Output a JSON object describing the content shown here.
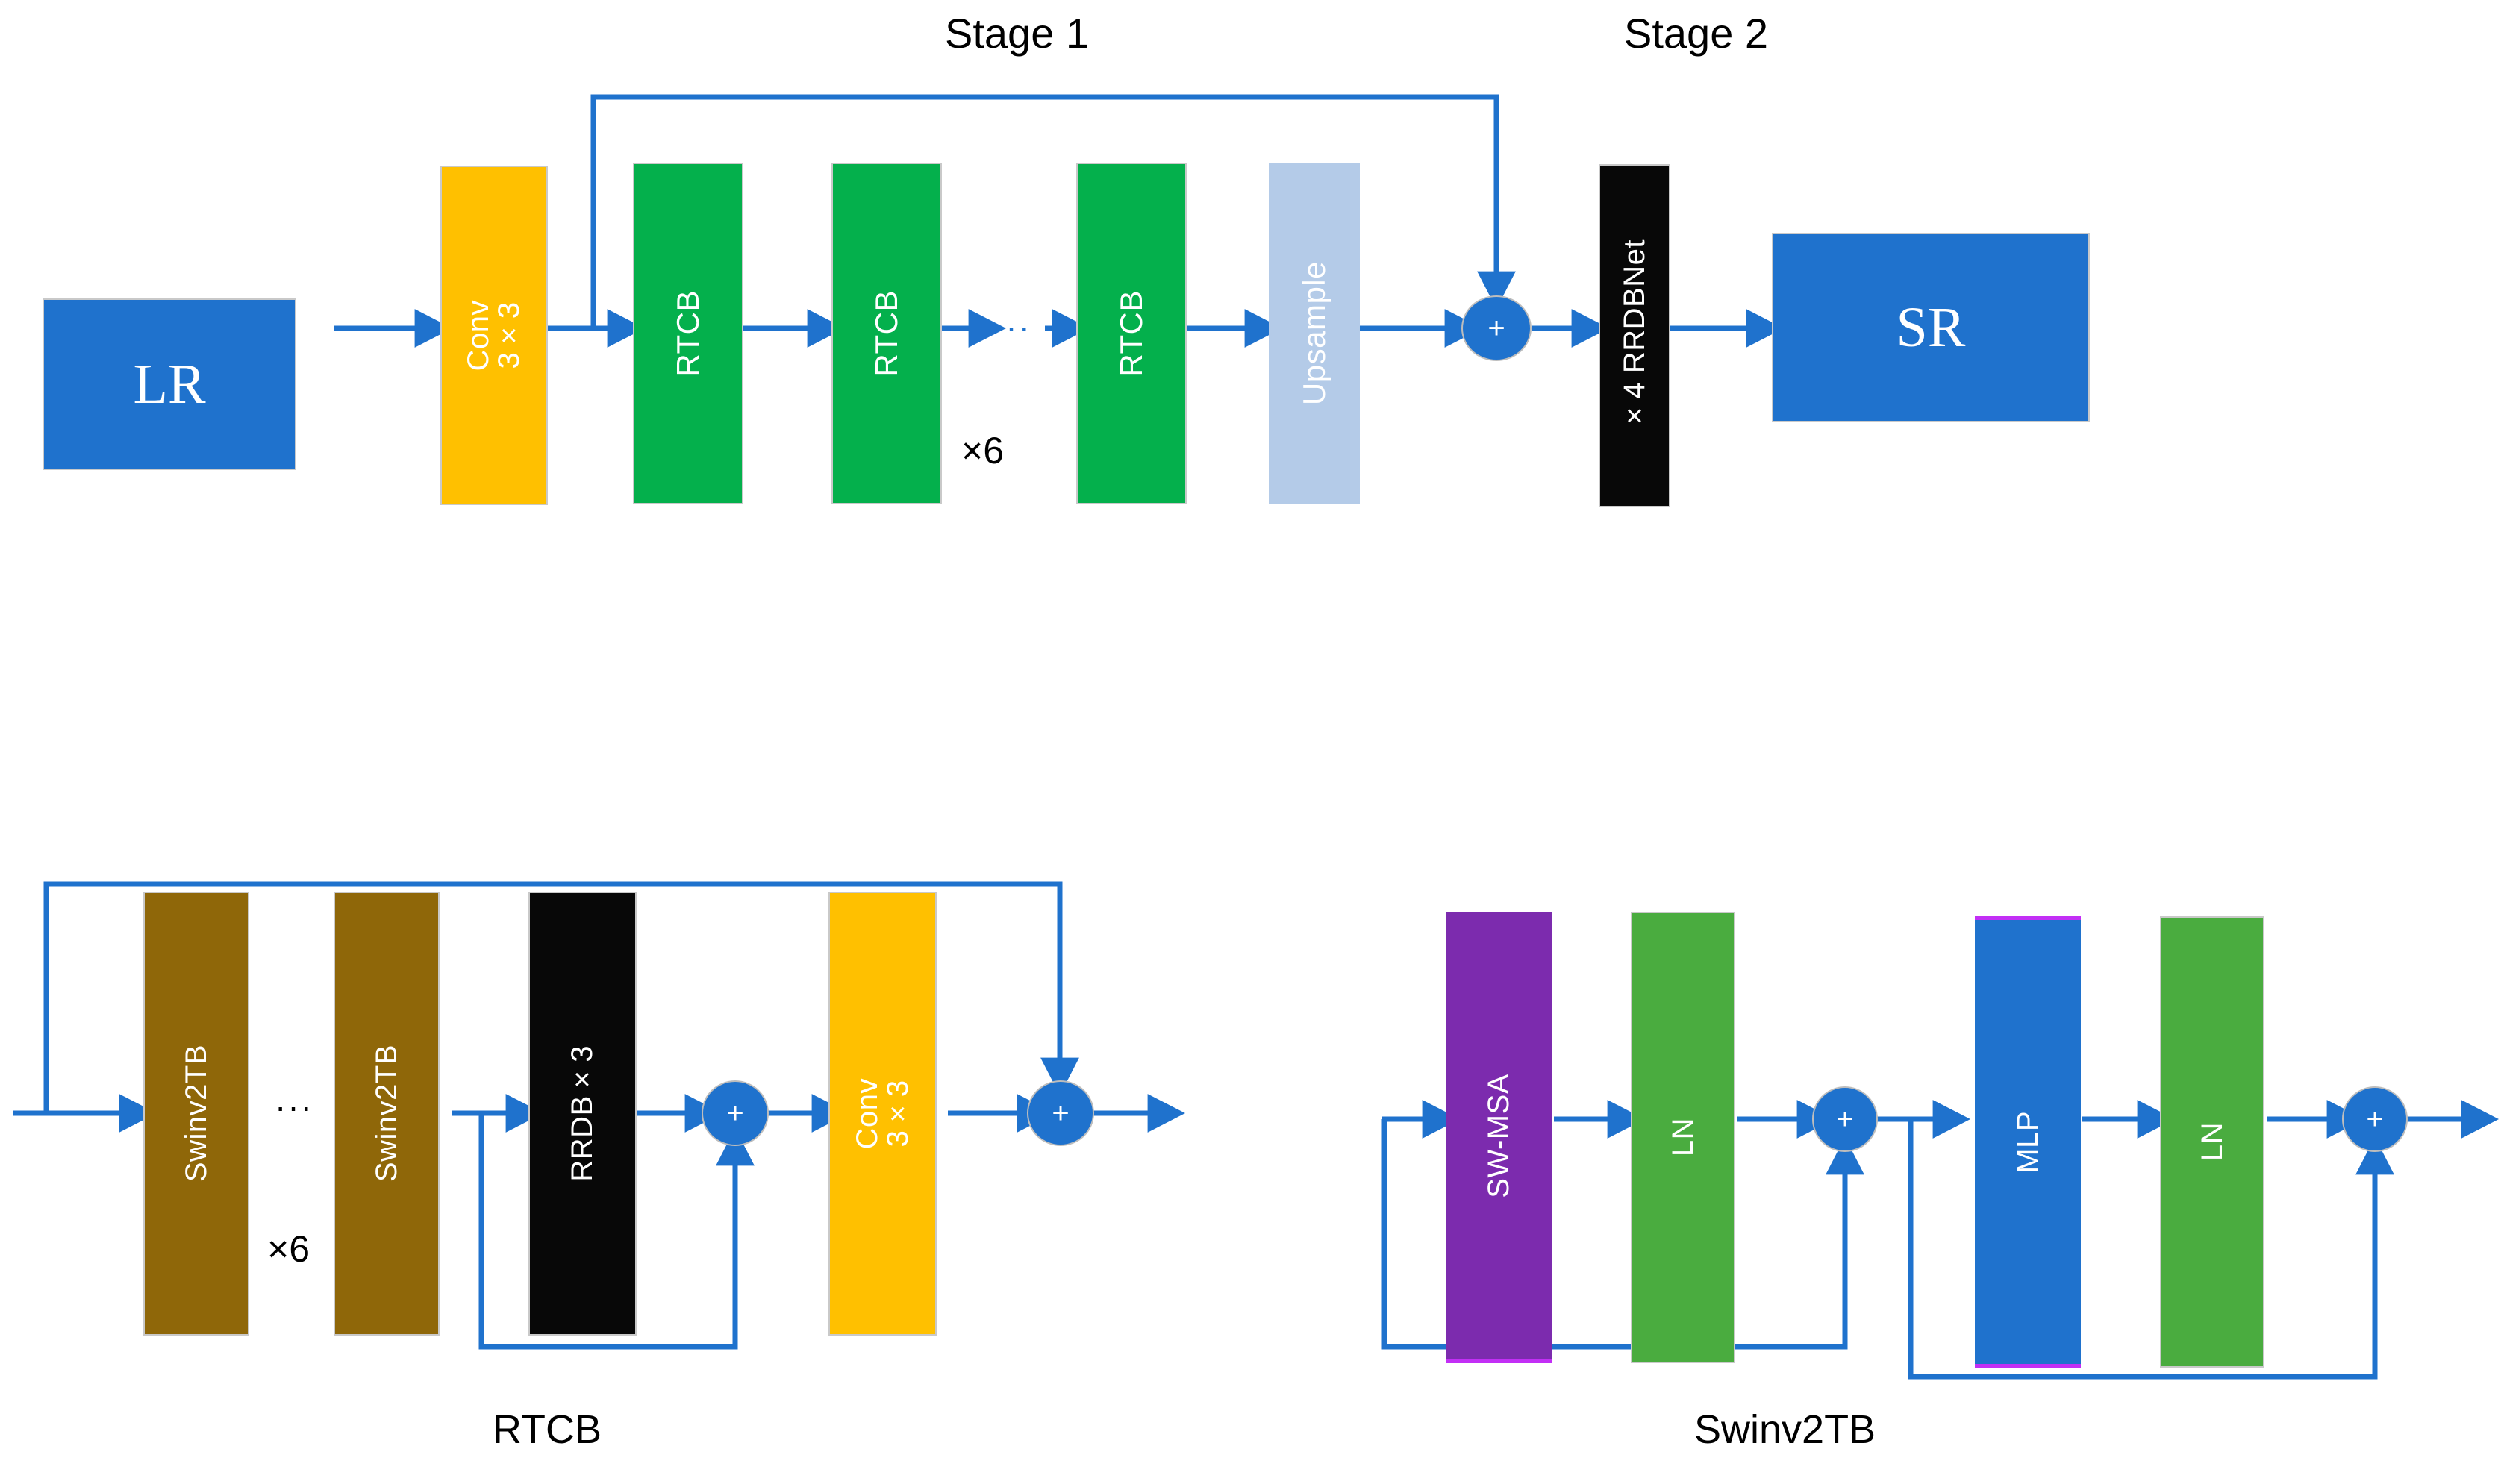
{
  "diagram": {
    "title": "Two-stage super-resolution network architecture",
    "colors": {
      "blue": "#1f72cd",
      "gold": "#ffc000",
      "green": "#04b04c",
      "light_blue": "#b4cbe8",
      "black": "#080808",
      "brown": "#8f6709",
      "purple": "#7c2bae",
      "ln_green": "#4aac3f",
      "mlp_blue": "#1f72cd",
      "arrow": "#1f72cd",
      "text_on_block": "#ffffff",
      "caption": "#000000",
      "block_outline": "#c9c9c9"
    },
    "stage_labels": [
      {
        "name": "stage-1",
        "text": "Stage 1"
      },
      {
        "name": "stage-2",
        "text": "Stage 2"
      }
    ],
    "top_pipeline": {
      "blocks": [
        {
          "name": "lr-input",
          "label": "LR",
          "color": "#1f72cd",
          "orientation": "horizontal"
        },
        {
          "name": "conv-3x3",
          "label": "Conv\n3×3",
          "color": "#ffc000",
          "orientation": "vertical"
        },
        {
          "name": "rtcb-1",
          "label": "RTCB",
          "color": "#04b04c",
          "orientation": "vertical"
        },
        {
          "name": "rtcb-2",
          "label": "RTCB",
          "color": "#04b04c",
          "orientation": "vertical"
        },
        {
          "name": "rtcb-n",
          "label": "RTCB",
          "color": "#04b04c",
          "orientation": "vertical"
        },
        {
          "name": "upsample",
          "label": "Upsample",
          "color": "#b4cbe8",
          "orientation": "vertical"
        },
        {
          "name": "rrdbnet",
          "label": "×4 RRDBNet",
          "color": "#080808",
          "orientation": "vertical"
        },
        {
          "name": "sr-output",
          "label": "SR",
          "color": "#1f72cd",
          "orientation": "horizontal"
        }
      ],
      "repeat_label": "×6",
      "sum_symbol": "+",
      "ellipsis": "···"
    },
    "rtcb_detail": {
      "caption": "RTCB",
      "repeat_label": "×6",
      "ellipsis": "···",
      "sum_symbol": "+",
      "blocks": [
        {
          "name": "swinv2tb-1",
          "label": "Swinv2TB",
          "color": "#8f6709"
        },
        {
          "name": "swinv2tb-n",
          "label": "Swinv2TB",
          "color": "#8f6709"
        },
        {
          "name": "rrdb-x3",
          "label": "RRDB×3",
          "color": "#080808"
        },
        {
          "name": "conv-3x3",
          "label": "Conv\n3×3",
          "color": "#ffc000"
        }
      ]
    },
    "swinv2tb_detail": {
      "caption": "Swinv2TB",
      "sum_symbol": "+",
      "blocks": [
        {
          "name": "sw-msa",
          "label": "SW-MSA",
          "color": "#7c2bae"
        },
        {
          "name": "ln-1",
          "label": "LN",
          "color": "#4aac3f"
        },
        {
          "name": "mlp",
          "label": "MLP",
          "color": "#1f72cd"
        },
        {
          "name": "ln-2",
          "label": "LN",
          "color": "#4aac3f"
        }
      ]
    }
  }
}
